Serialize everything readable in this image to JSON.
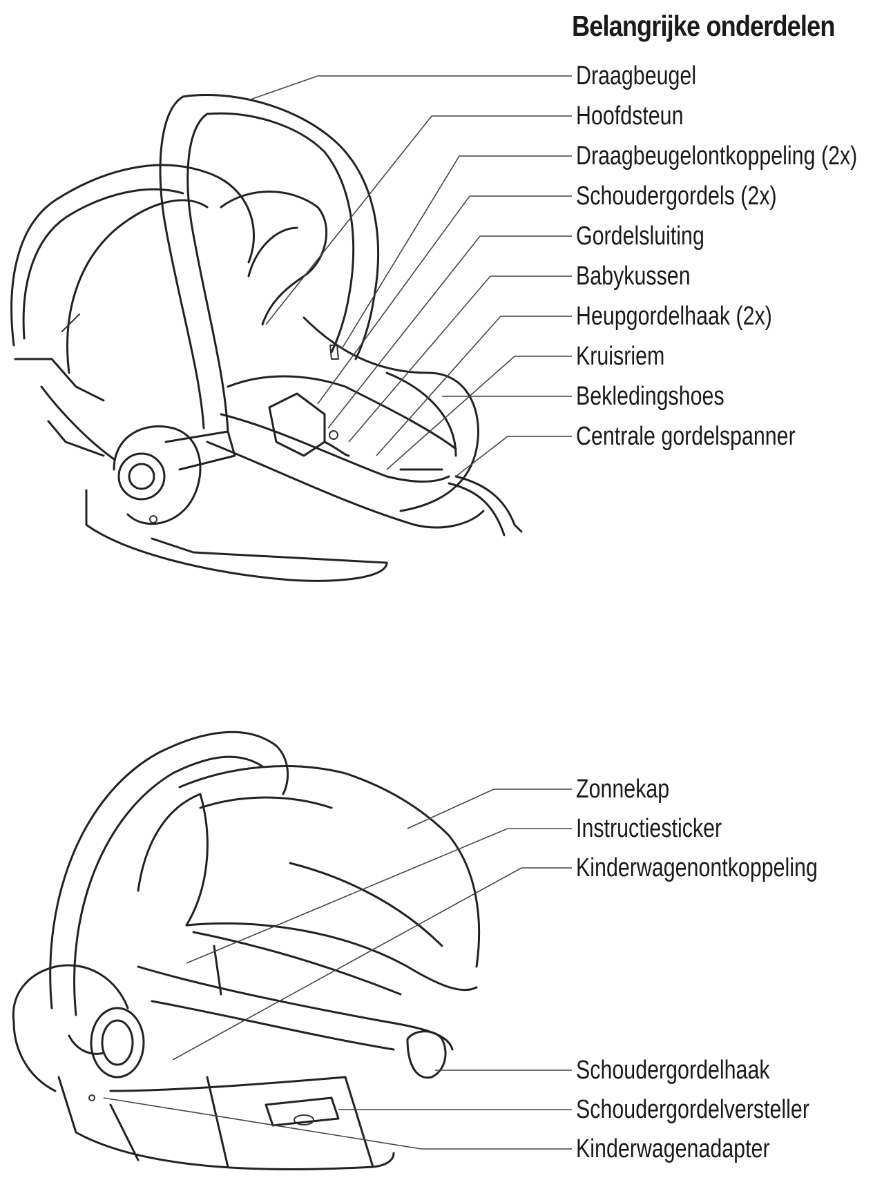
{
  "title": "Belangrijke onderdelen",
  "top_parts": [
    "Draagbeugel",
    "Hoofdsteun",
    "Draagbeugelontkoppeling (2x)",
    "Schoudergordels (2x)",
    "Gordelsluiting",
    "Babykussen",
    "Heupgordelhaak (2x)",
    "Kruisriem",
    "Bekledingshoes",
    "Centrale gordelspanner"
  ],
  "bottom_parts_upper": [
    "Zonnekap",
    "Instructiesticker",
    "Kinderwagenontkoppeling"
  ],
  "bottom_parts_lower": [
    "Schoudergordelhaak",
    "Schoudergordelversteller",
    "Kinderwagenadapter"
  ],
  "colors": {
    "ink": "#222222",
    "background": "#ffffff"
  }
}
